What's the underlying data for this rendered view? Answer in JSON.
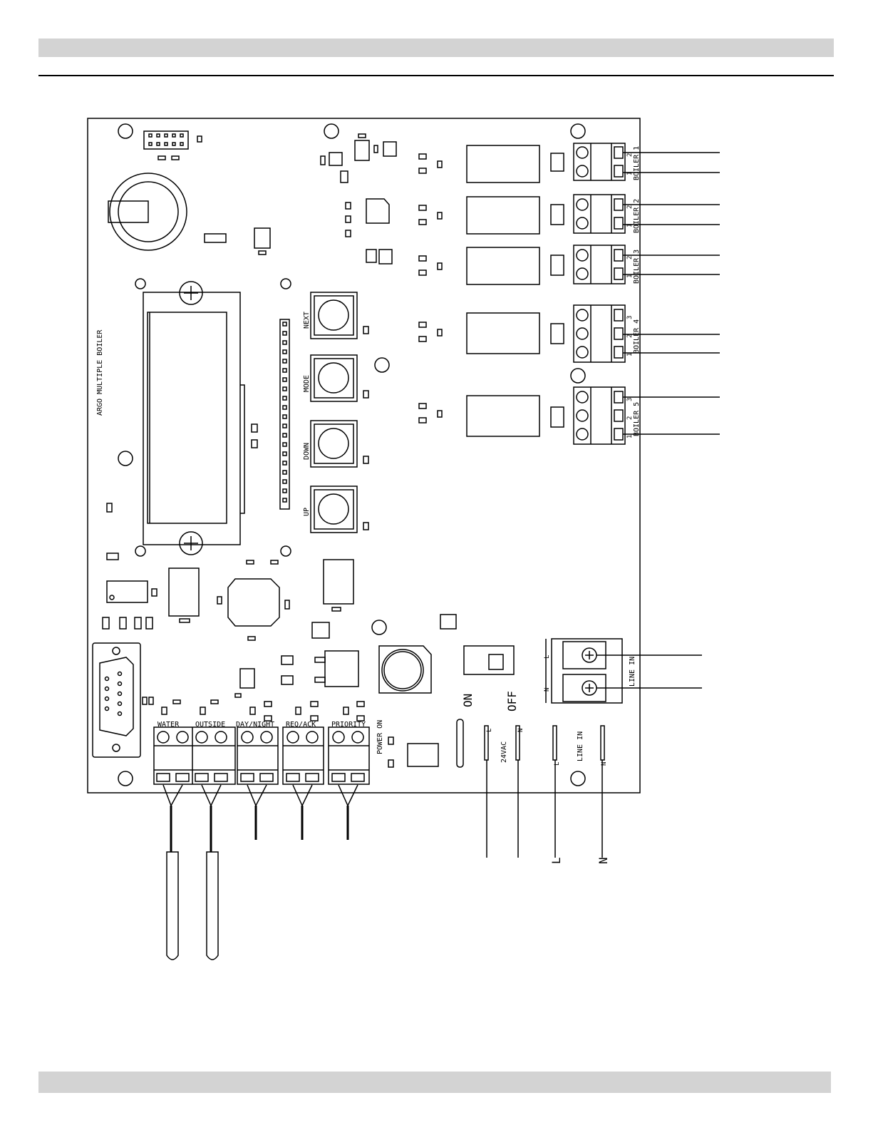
{
  "board": {
    "title": "ARGO MULTIPLE BOILER",
    "buttons": [
      {
        "id": "next",
        "label": "NEXT"
      },
      {
        "id": "mode",
        "label": "MODE"
      },
      {
        "id": "down",
        "label": "DOWN"
      },
      {
        "id": "up",
        "label": "UP"
      }
    ],
    "boiler_terminals": [
      {
        "id": "boiler-1",
        "label": "BOILER 1",
        "pins": [
          "1",
          "2"
        ]
      },
      {
        "id": "boiler-2",
        "label": "BOILER 2",
        "pins": [
          "1",
          "2"
        ]
      },
      {
        "id": "boiler-3",
        "label": "BOILER 3",
        "pins": [
          "1",
          "2"
        ]
      },
      {
        "id": "boiler-4",
        "label": "BOILER 4",
        "pins": [
          "1",
          "2",
          "3"
        ]
      },
      {
        "id": "boiler-5",
        "label": "BOILER 5",
        "pins": [
          "1",
          "2",
          "3"
        ]
      }
    ],
    "line_in_terminal": {
      "label": "LINE IN",
      "l": "L",
      "n": "N"
    },
    "switch": {
      "on": "ON",
      "off": "OFF"
    },
    "input_terminals": [
      {
        "id": "water",
        "label": "WATER"
      },
      {
        "id": "outside",
        "label": "OUTSIDE"
      },
      {
        "id": "day-night",
        "label": "DAY/NIGHT"
      },
      {
        "id": "req-ack",
        "label": "REQ/ACK"
      },
      {
        "id": "priority",
        "label": "PRIORITY"
      }
    ],
    "power_on": "POWER ON",
    "vac": {
      "label": "24VAC",
      "l": "L",
      "n": "N"
    },
    "line_in_bottom": {
      "label": "LINE IN",
      "l": "L",
      "n": "N"
    },
    "wire_labels": {
      "l": "L",
      "n": "N"
    }
  }
}
